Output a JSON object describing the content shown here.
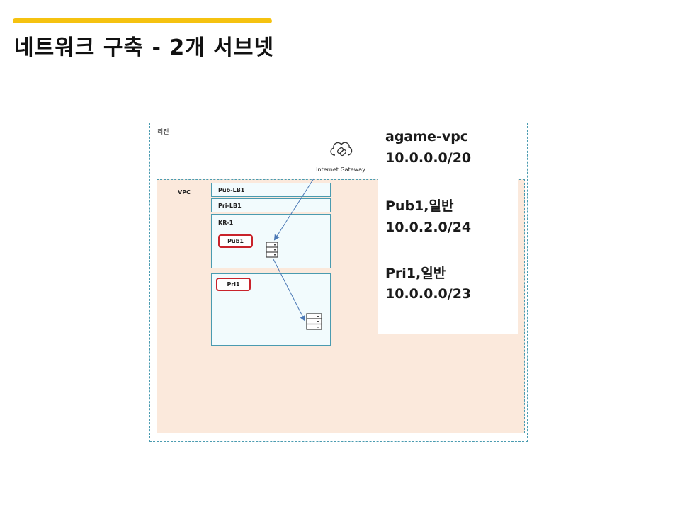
{
  "header": {
    "title": "네트워크 구축 - 2개 서브넷",
    "accent_color": "#f5c210"
  },
  "diagram": {
    "region": {
      "label": "리전"
    },
    "internet_gateway": {
      "label": "Internet Gateway",
      "icon": "cloud-link-icon"
    },
    "vpc": {
      "label": "VPC"
    },
    "boxes": [
      {
        "label": "Pub-LB1"
      },
      {
        "label": "Pri-LB1"
      },
      {
        "label": "KR-1",
        "subnet_tag": "Pub1"
      },
      {
        "label": "",
        "subnet_tag": "Pri1"
      }
    ],
    "servers": [
      {
        "icon": "server-icon",
        "location": "Pub1"
      },
      {
        "icon": "server-icon",
        "location": "Pri1"
      }
    ],
    "colors": {
      "border": "#4a9bb0",
      "vpc_fill": "#fbe9dc",
      "subnet_fill": "#f2fbfd",
      "tag_border": "#c9232b",
      "arrow": "#4a78b5"
    }
  },
  "info_panel": {
    "vpc_name": "agame-vpc",
    "vpc_cidr": "10.0.0.0/20",
    "pub_subnet": "Pub1,일반",
    "pub_cidr": "10.0.2.0/24",
    "pri_subnet": "Pri1,일반",
    "pri_cidr": "10.0.0.0/23"
  }
}
